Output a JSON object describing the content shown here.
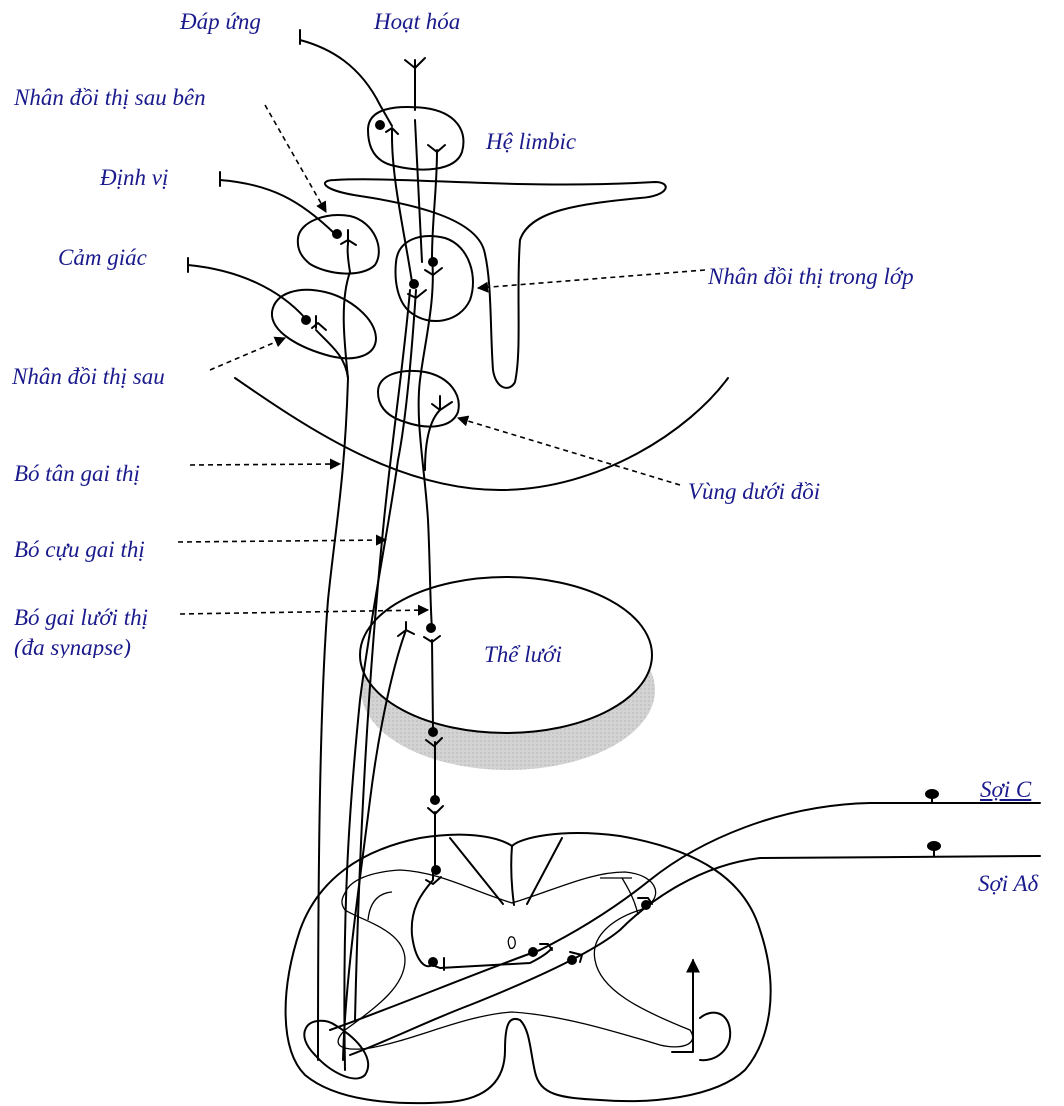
{
  "labels": {
    "dap_ung": "Đáp ứng",
    "hoat_hoa": "Hoạt hóa",
    "nhan_doi_thi_sau_ben": "Nhân đồi thị sau bên",
    "he_limbic": "Hệ limbic",
    "dinh_vi": "Định vị",
    "cam_giac": "Cảm giác",
    "nhan_doi_thi_trong_lop": "Nhân đồi thị trong lớp",
    "nhan_doi_thi_sau": "Nhân đồi thị sau",
    "bo_tan_gai_thi": "Bó tân gai thị",
    "vung_duoi_doi": "Vùng dưới đồi",
    "bo_cuu_gai_thi": "Bó cựu gai thị",
    "bo_gai_luoi_thi_1": "Bó gai lưới thị",
    "bo_gai_luoi_thi_2": "(đa synapse)",
    "the_luoi": "Thể lưới",
    "soi_c": "Sợi C",
    "soi_a_delta": "Sợi Aδ"
  },
  "colors": {
    "label": "#1a1a8c",
    "line": "#000000",
    "shadow": "#cfcfcf"
  }
}
